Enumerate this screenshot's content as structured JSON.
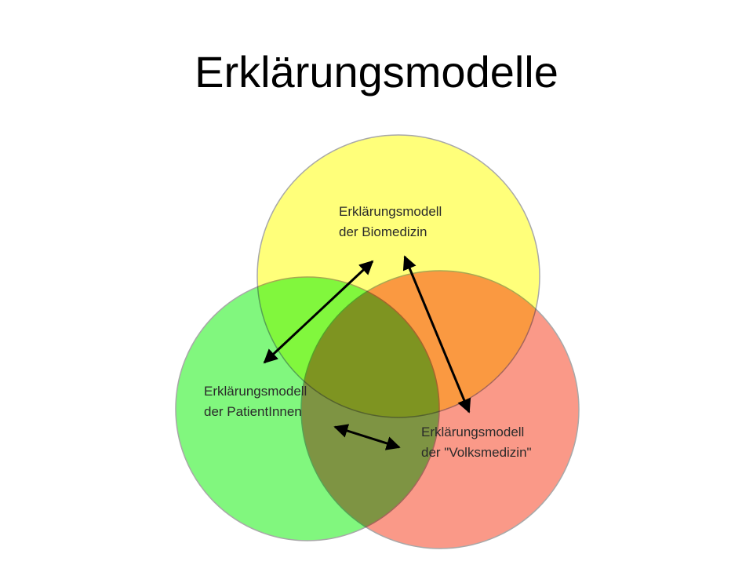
{
  "title": "Erklärungsmodelle",
  "diagram": {
    "nodes": [
      {
        "id": "biomedizin",
        "line1": "Erklärungsmodell",
        "line2": "der Biomedizin",
        "color": "#ffff7a"
      },
      {
        "id": "patientinnen",
        "line1": "Erklärungsmodell",
        "line2": "der PatientInnen",
        "color": "#7df77a"
      },
      {
        "id": "volksmedizin",
        "line1": "Erklärungsmodell",
        "line2": "der \"Volksmedizin\"",
        "color": "#fa9988"
      }
    ],
    "edges": [
      {
        "from": "biomedizin",
        "to": "patientinnen",
        "type": "bidirectional"
      },
      {
        "from": "biomedizin",
        "to": "volksmedizin",
        "type": "bidirectional"
      },
      {
        "from": "patientinnen",
        "to": "volksmedizin",
        "type": "bidirectional"
      }
    ]
  }
}
